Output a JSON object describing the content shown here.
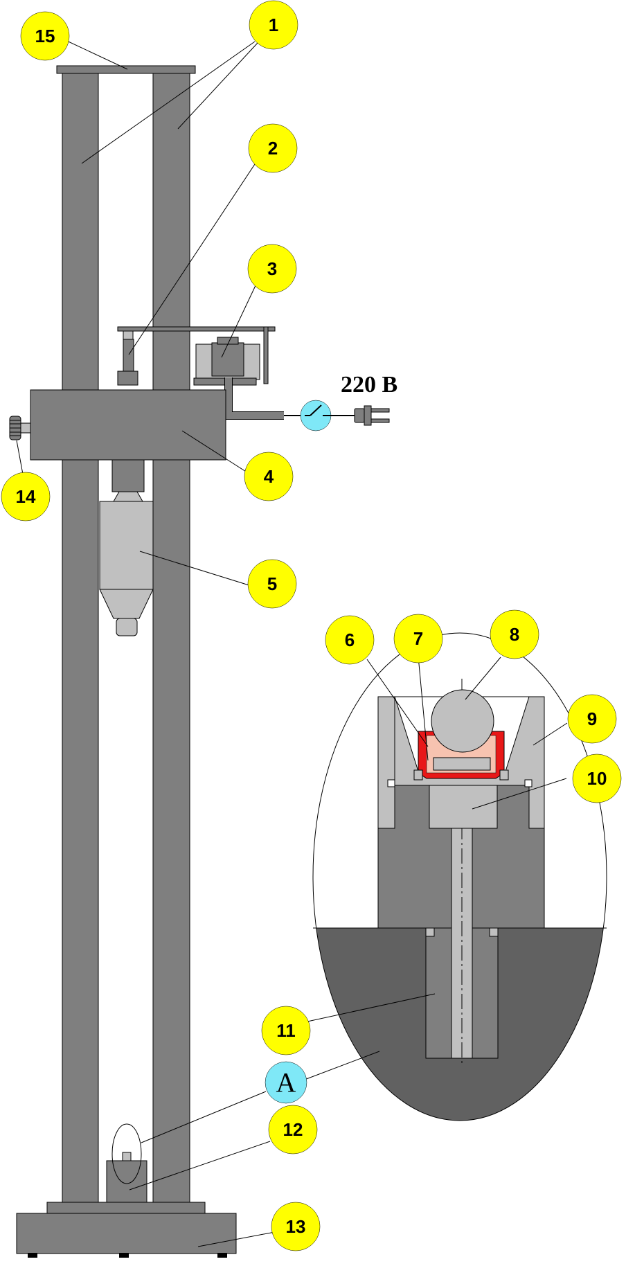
{
  "diagram": {
    "voltage_label": "220 В",
    "callouts": {
      "c1": "1",
      "c2": "2",
      "c3": "3",
      "c4": "4",
      "c5": "5",
      "c6": "6",
      "c7": "7",
      "c8": "8",
      "c9": "9",
      "c10": "10",
      "c11": "11",
      "c12": "12",
      "c13": "13",
      "c14": "14",
      "c15": "15",
      "detailA": "A"
    }
  },
  "colors": {
    "callout_fill": "#ffff00",
    "detail_callout_fill": "#7fe8f7",
    "frame_dark": "#7f7f7f",
    "body_light": "#c0c0c0",
    "base_dark": "#616161",
    "cup_red": "#e81818",
    "specimen_pink": "#f7c3b0"
  }
}
